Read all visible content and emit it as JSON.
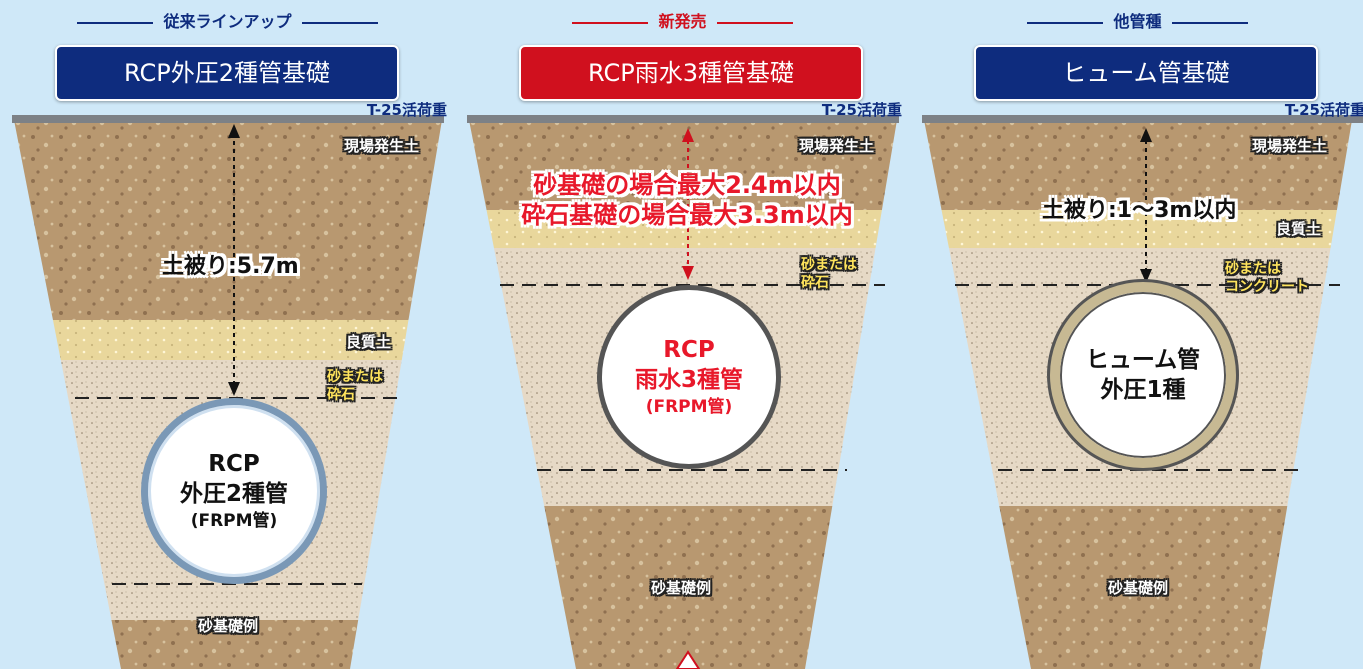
{
  "panels": [
    {
      "header": "従来ラインアップ",
      "title": "RCP外圧2種管基礎",
      "load": "T-25活荷重",
      "soil_top": "現場発生土",
      "soil_good": "良質土",
      "sand_line1": "砂または",
      "sand_line2": "砕石",
      "cover": "土被り:5.7m",
      "pipe_line1": "RCP",
      "pipe_line2": "外圧2種管",
      "pipe_line3": "(FRPM管)",
      "foundation": "砂基礎例"
    },
    {
      "header": "新発売",
      "title": "RCP雨水3種管基礎",
      "load": "T-25活荷重",
      "soil_top": "現場発生土",
      "sand_line1": "砂または",
      "sand_line2": "砕石",
      "cover_line1": "砂基礎の場合最大2.4m以内",
      "cover_line2": "砕石基礎の場合最大3.3m以内",
      "pipe_line1": "RCP",
      "pipe_line2": "雨水3種管",
      "pipe_line3": "(FRPM管)",
      "foundation": "砂基礎例"
    },
    {
      "header": "他管種",
      "title": "ヒューム管基礎",
      "load": "T-25活荷重",
      "soil_top": "現場発生土",
      "soil_good": "良質土",
      "sand_line1": "砂または",
      "sand_line2": "コンクリート",
      "cover": "土被り:1～3m以内",
      "pipe_line1": "ヒューム管",
      "pipe_line2": "外圧1種",
      "foundation": "砂基礎例"
    }
  ],
  "colors": {
    "navy": "#0e2c7e",
    "red": "#d0101e",
    "soil_brown": "#b89870",
    "good_soil": "#e9d79c",
    "sand": "#e6d9c6",
    "road": "#7d8186"
  }
}
